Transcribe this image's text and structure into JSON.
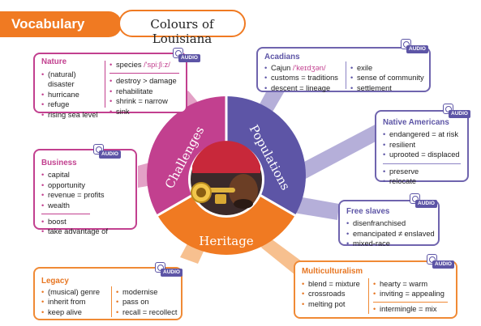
{
  "header": {
    "section": "Vocabulary",
    "title": "Colours of Louisiana"
  },
  "wheel": {
    "challenges": "Challenges",
    "populations": "Populations",
    "heritage": "Heritage"
  },
  "audio_label": "AUDIO",
  "nature": {
    "title": "Nature",
    "left": [
      "(natural)",
      "disaster",
      "hurricane",
      "refuge",
      "rising sea level"
    ],
    "right_species": "species ",
    "right_ipa": "/'spiːʃiːz/",
    "right": [
      "destroy > damage",
      "rehabilitate",
      "shrink = narrow",
      "sink"
    ]
  },
  "business": {
    "title": "Business",
    "a": [
      "capital",
      "opportunity",
      "revenue = profits",
      "wealth"
    ],
    "b": [
      "boost",
      "take advantage of"
    ]
  },
  "legacy": {
    "title": "Legacy",
    "left": [
      "(musical) genre",
      "inherit from",
      "keep alive"
    ],
    "right": [
      "modernise",
      "pass on",
      "recall = recollect"
    ]
  },
  "acadians": {
    "title": "Acadians",
    "cajun": "Cajun ",
    "cajun_ipa": "/'keɪdʒən/",
    "left": [
      "customs = traditions",
      "descent = lineage"
    ],
    "right": [
      "exile",
      "sense of community",
      "settlement"
    ]
  },
  "native": {
    "title": "Native Americans",
    "a": [
      "endangered = at risk",
      "resilient",
      "uprooted = displaced"
    ],
    "b": [
      "preserve",
      "relocate"
    ]
  },
  "freeslaves": {
    "title": "Free slaves",
    "items": [
      "disenfranchised",
      "emancipated ≠ enslaved",
      "mixed-race"
    ]
  },
  "multi": {
    "title": "Multiculturalism",
    "left": [
      "blend = mixture",
      "crossroads",
      "melting pot"
    ],
    "right": [
      "hearty = warm",
      "inviting = appealing"
    ],
    "right2": [
      "intermingle = mix"
    ]
  },
  "colors": {
    "orange": "#f07a22",
    "pink": "#c2408f",
    "purple": "#6f64ae",
    "pink_light": "#e3a1c6",
    "purple_light": "#b5afd9",
    "orange_light": "#f7c08f"
  }
}
